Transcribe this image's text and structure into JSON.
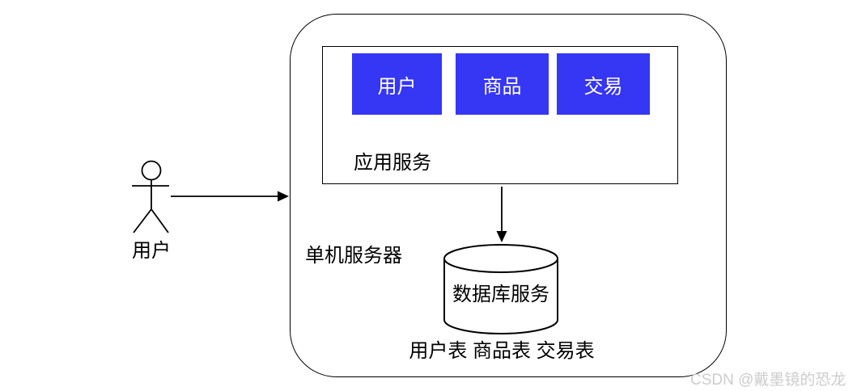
{
  "colors": {
    "module_blue": "#3636f5",
    "stroke_black": "#000000",
    "watermark_gray": "#cccccc",
    "canvas_white": "#ffffff"
  },
  "diagram": {
    "actor": {
      "label": "用户"
    },
    "server": {
      "label": "单机服务器"
    },
    "app_service": {
      "label": "应用服务",
      "modules": [
        {
          "label": "用户"
        },
        {
          "label": "商品"
        },
        {
          "label": "交易"
        }
      ]
    },
    "database": {
      "label": "数据库服务"
    },
    "tables_caption": "用户表 商品表 交易表"
  },
  "watermark": {
    "text": "CSDN @戴墨镜的恐龙"
  }
}
